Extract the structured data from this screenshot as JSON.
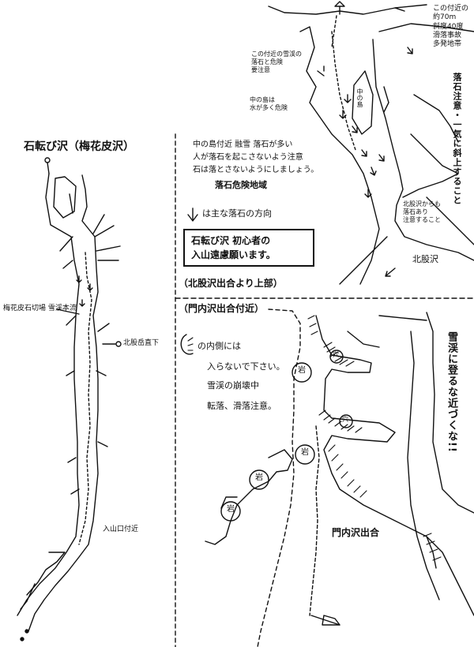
{
  "left_panel": {
    "title": "石転び沢（梅花皮沢）",
    "callout_hut": "梅花皮石切場 雪渓本流",
    "callout_branch": "北股岳直下",
    "callout_entrance": "入山口付近"
  },
  "legend_box": {
    "notes": [
      "中の島付近 融雪 落石が多い",
      "人が落石を起こさないよう注意",
      "石は落とさないようにしましょう。",
      "落石危険地域"
    ],
    "arrow_note": "は主な落石の方向",
    "request_line1": "石転び沢 初心者の",
    "request_line2": "入山遠慮願います。",
    "section_caption": "（北股沢出合より上部）"
  },
  "top_right": {
    "note_a": [
      "この付近の雪渓の",
      "落石と危険",
      "要注意"
    ],
    "note_b": [
      "中の島は",
      "水が多く危険"
    ],
    "note_c": [
      "この付近の",
      "約70m",
      "斜度40度",
      "滑落事故",
      "多発地帯"
    ],
    "vertical_note": "落石注意・一気に斜上すること",
    "note_d": [
      "北股沢からも",
      "落石あり",
      "注意すること"
    ],
    "label_kitamata": "北股沢",
    "label_naka": "中の島"
  },
  "bottom_right": {
    "section_title": "（門内沢出合付近）",
    "note_lines": [
      "の内側には",
      "入らないで下さい。",
      "雪渓の崩壊中",
      "転落、滑落注意。"
    ],
    "label_outflow": "門内沢出合",
    "label_hole": "穴",
    "label_rock": "岩",
    "vertical_warning": "雪渓に登るな近づくな!!"
  }
}
